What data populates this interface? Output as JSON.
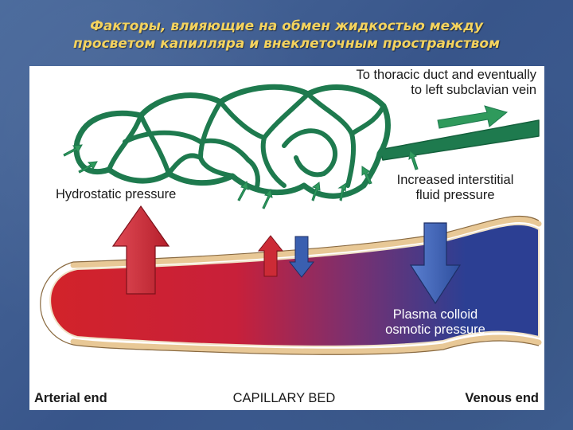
{
  "slide": {
    "title_line1": "Факторы, влияющие на обмен жидкостью между",
    "title_line2": "просветом капилляра и внеклеточным пространством"
  },
  "diagram": {
    "thoracic_duct_line1": "To thoracic duct and eventually",
    "thoracic_duct_line2": "to left subclavian vein",
    "interstitial_line1": "Increased interstitial",
    "interstitial_line2": "fluid pressure",
    "hydrostatic": "Hydrostatic pressure",
    "plasma_line1": "Plasma colloid",
    "plasma_line2": "osmotic pressure",
    "arterial_end": "Arterial end",
    "capillary_bed": "CAPILLARY BED",
    "venous_end": "Venous end"
  },
  "colors": {
    "lymph_green": "#1e7a4e",
    "arterial_red": "#d2232a",
    "venous_blue": "#2c3f93",
    "hydrostatic_arrow": "#cc2b36",
    "osmotic_arrow": "#3a5fb0",
    "title_yellow": "#f4d35e"
  }
}
